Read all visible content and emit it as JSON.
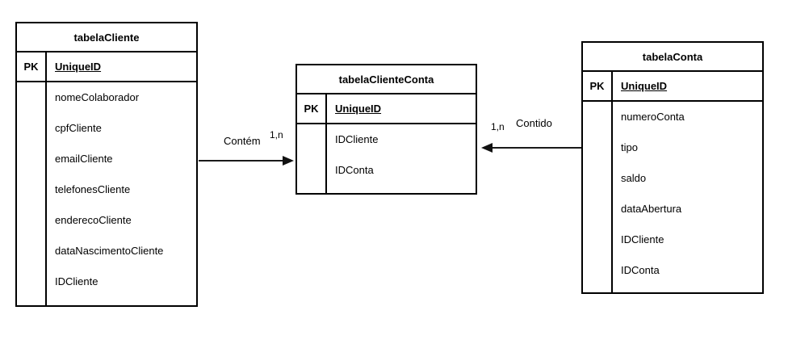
{
  "tables": {
    "cliente": {
      "title": "tabelaCliente",
      "pk_label": "PK",
      "pk_field": "UniqueID",
      "fields": [
        "nomeColaborador",
        "cpfCliente",
        "emailCliente",
        "telefonesCliente",
        "enderecoCliente",
        "dataNascimentoCliente",
        "IDCliente"
      ]
    },
    "clienteConta": {
      "title": "tabelaClienteConta",
      "pk_label": "PK",
      "pk_field": "UniqueID",
      "fields": [
        "IDCliente",
        "IDConta"
      ]
    },
    "conta": {
      "title": "tabelaConta",
      "pk_label": "PK",
      "pk_field": "UniqueID",
      "fields": [
        "numeroConta",
        "tipo",
        "saldo",
        "dataAbertura",
        "IDCliente",
        "IDConta"
      ]
    }
  },
  "relationships": {
    "contem": {
      "label": "Contém",
      "cardinality": "1,n"
    },
    "contido": {
      "label": "Contido",
      "cardinality": "1,n"
    }
  },
  "colors": {
    "background": "#ffffff",
    "border": "#000000",
    "text": "#000000",
    "arrow": "#1a1a1a"
  }
}
